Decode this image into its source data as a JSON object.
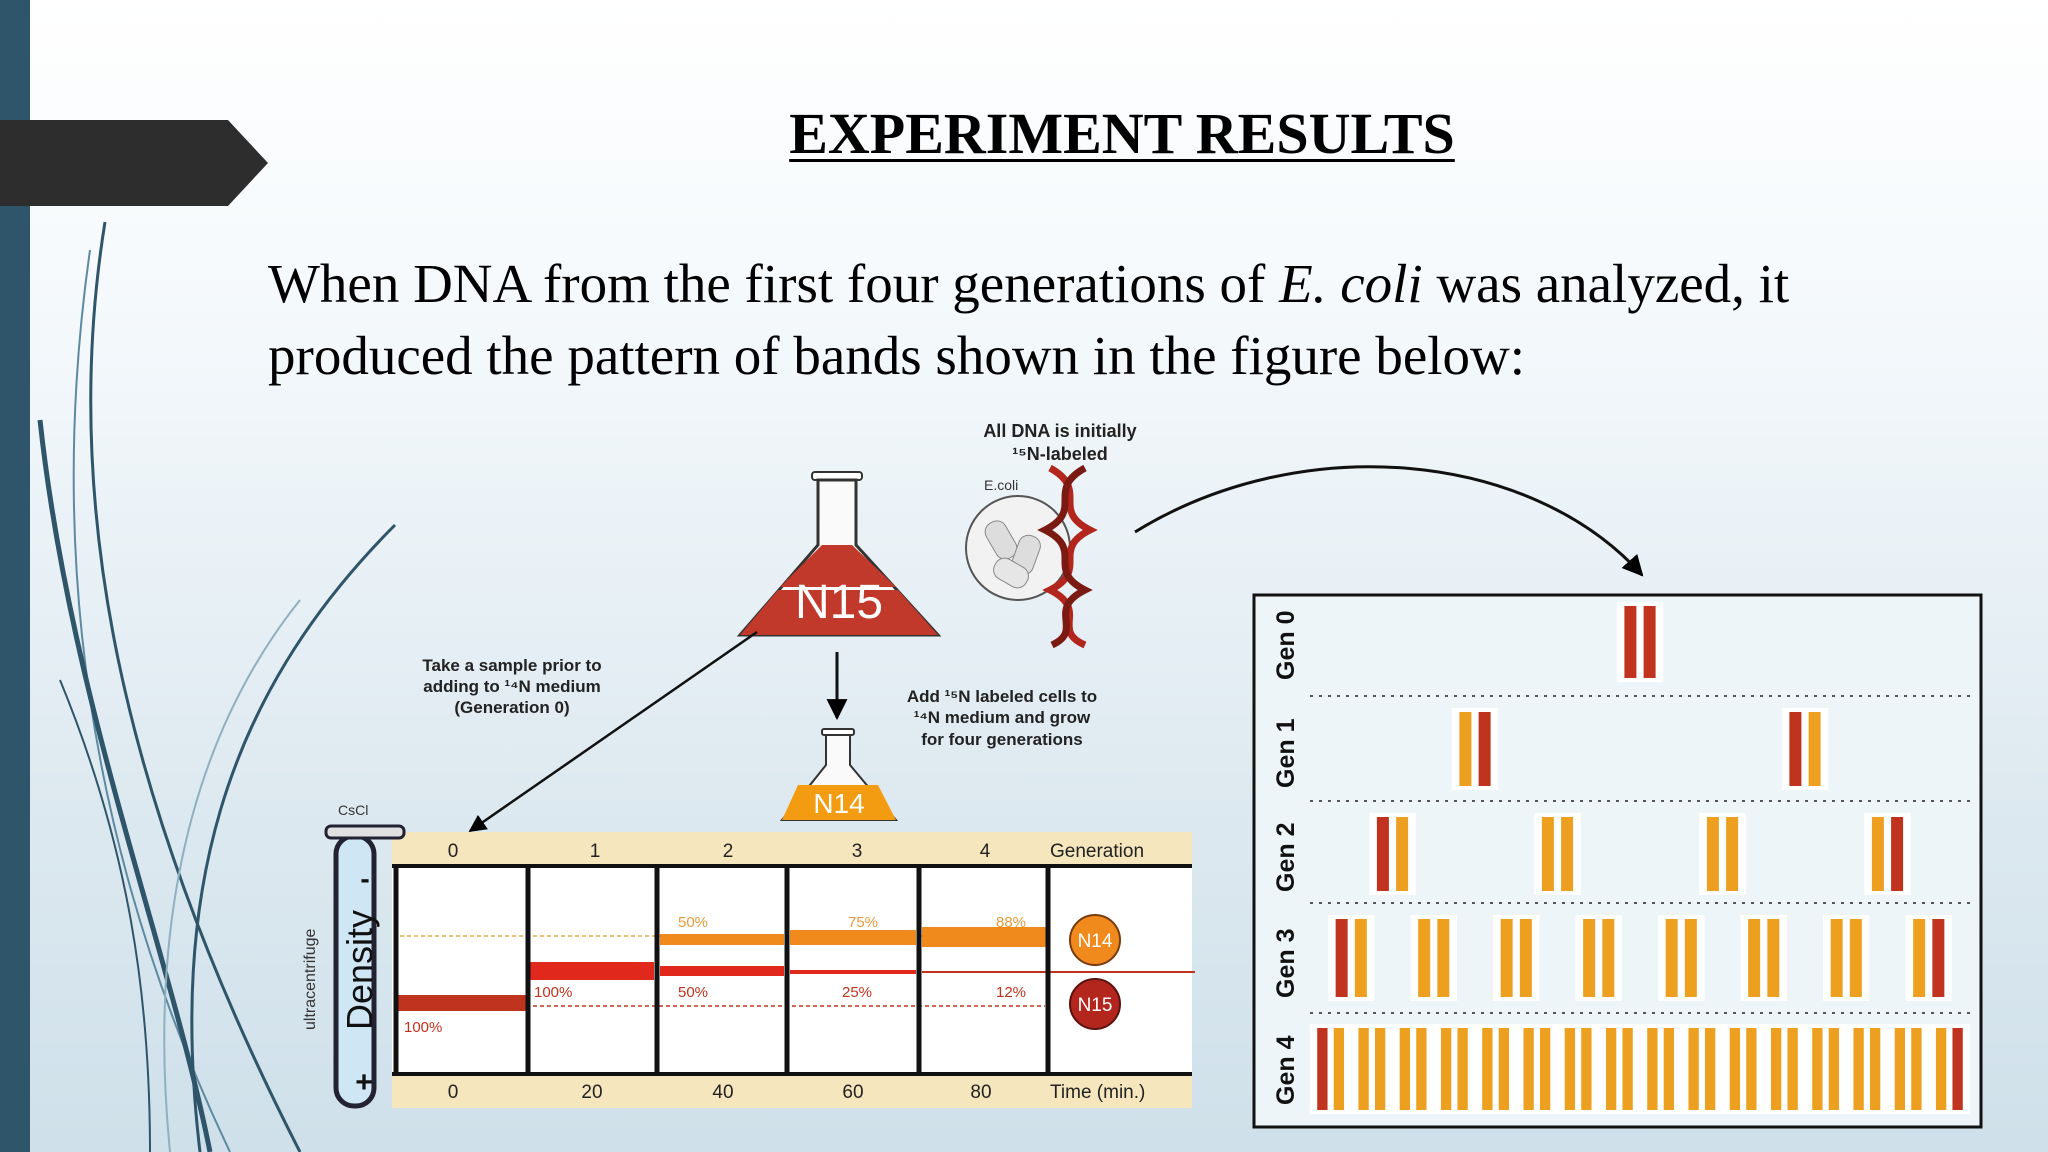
{
  "slide": {
    "title": "EXPERIMENT RESULTS",
    "body_part1": "When DNA from the first four generations of ",
    "body_italic": "E. coli",
    "body_part2": " was analyzed, it produced the pattern of bands shown in the figure below:"
  },
  "figure": {
    "initial_label_line1": "All DNA is initially",
    "initial_label_line2": "¹⁵N-labeled",
    "ecoli_label": "E.coli",
    "flask_n15": "N15",
    "flask_n14": "N14",
    "sample_note_line1": "Take a sample prior to",
    "sample_note_line2": "adding to ¹⁴N medium",
    "sample_note_line3": "(Generation 0)",
    "add_note_line1": "Add ¹⁵N labeled cells to",
    "add_note_line2": "¹⁴N medium and grow",
    "add_note_line3": "for four generations",
    "cscl_label": "CsCl",
    "ultracentrifuge_label": "ultracentrifuge",
    "density_label": "Density",
    "minus_sign": "-",
    "plus_sign": "+",
    "generation_header": "Generation",
    "time_header": "Time (min.)",
    "generations": [
      "0",
      "1",
      "2",
      "3",
      "4"
    ],
    "times": [
      "0",
      "20",
      "40",
      "60",
      "80"
    ],
    "tube_percents": {
      "g0_heavy": "100%",
      "g1_hybrid": "100%",
      "g2_light": "50%",
      "g2_hybrid": "50%",
      "g3_light": "75%",
      "g3_hybrid": "25%",
      "g4_light": "88%",
      "g4_hybrid": "12%"
    },
    "legend_n14": "N14",
    "legend_n15": "N15",
    "gen_rows": [
      "Gen 0",
      "Gen 1",
      "Gen 2",
      "Gen 3",
      "Gen 4"
    ],
    "colors": {
      "heavy_strand": "#c0331f",
      "light_strand": "#eda020",
      "flask_n15": "#c0392b",
      "flask_n14": "#f39c12"
    }
  }
}
